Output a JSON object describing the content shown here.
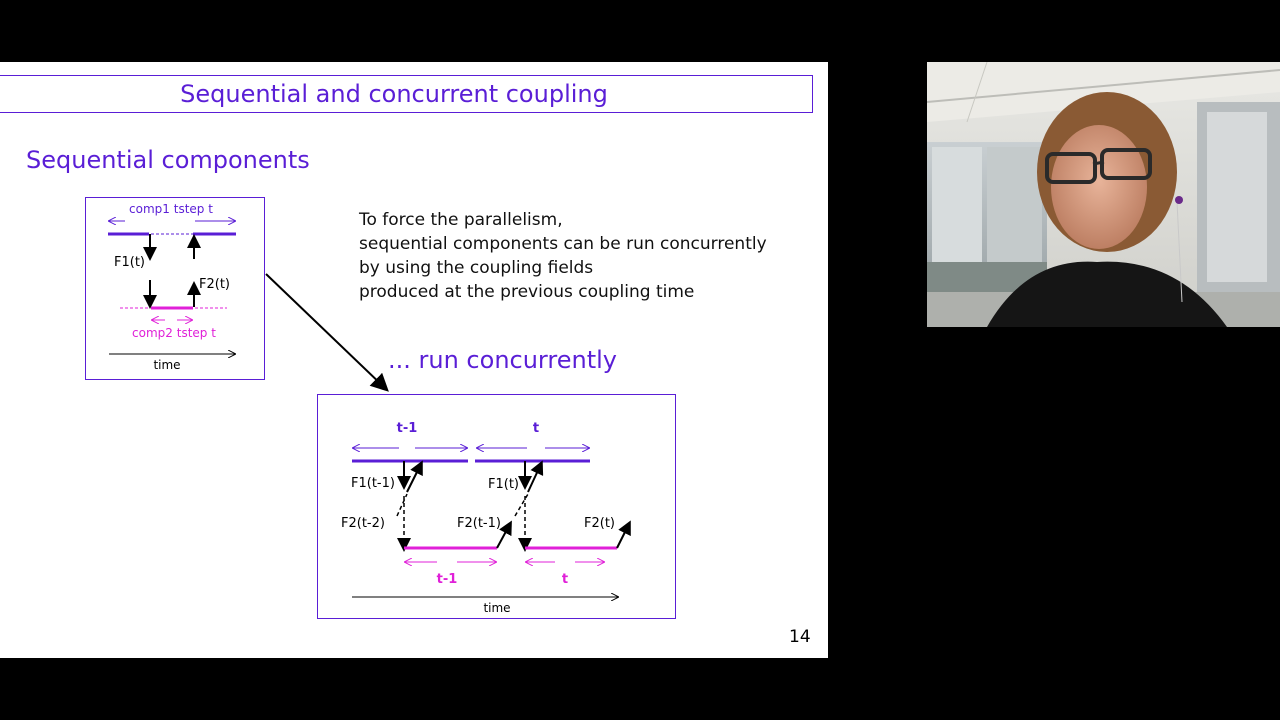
{
  "slide": {
    "title": "Sequential and concurrent coupling",
    "section_heading": "Sequential components",
    "explanation_lines": [
      "To force the parallelism,",
      "sequential components can be run concurrently",
      "by using the coupling fields",
      "produced at the previous coupling time"
    ],
    "concurrent_heading": "... run concurrently",
    "page_number": "14"
  },
  "sequential_diagram": {
    "comp1_label": "comp1 tstep t",
    "f1_label": "F1(t)",
    "f2_label": "F2(t)",
    "comp2_label": "comp2 tstep t",
    "time_label": "time"
  },
  "concurrent_diagram": {
    "top_label_left": "t-1",
    "top_label_right": "t",
    "f1_prev_label": "F1(t-1)",
    "f1_label": "F1(t)",
    "f2_prev2_label": "F2(t-2)",
    "f2_prev_label": "F2(t-1)",
    "f2_label": "F2(t)",
    "bottom_label_left": "t-1",
    "bottom_label_right": "t",
    "time_label": "time"
  },
  "colors": {
    "accent_purple": "#5a1ed6",
    "accent_magenta": "#e020d8",
    "background_black": "#000000"
  }
}
